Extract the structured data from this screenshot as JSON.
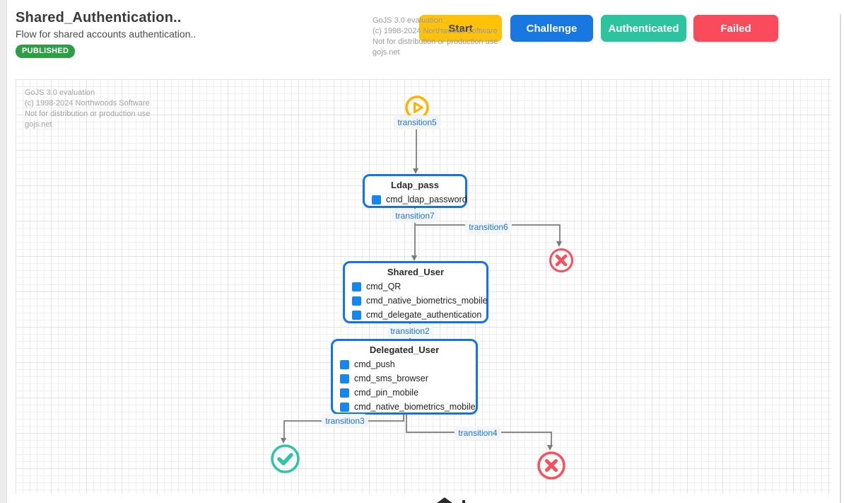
{
  "header": {
    "title": "Shared_Authentication..",
    "subtitle": "Flow for shared accounts authentication..",
    "status_badge": "PUBLISHED",
    "palette_watermark": {
      "line1": "GoJS 3.0 evaluation",
      "line2": "(c) 1998-2024 Northwoods Software",
      "line3": "Not for distribution or production use",
      "line4": "gojs.net"
    },
    "state_buttons": {
      "start": {
        "label": "Start",
        "color": "#ffc20a"
      },
      "challenge": {
        "label": "Challenge",
        "color": "#1877e0"
      },
      "authenticated": {
        "label": "Authenticated",
        "color": "#2bc49e"
      },
      "failed": {
        "label": "Failed",
        "color": "#fa4b5c"
      }
    }
  },
  "canvas": {
    "watermark": {
      "line1": "GoJS 3.0 evaluation",
      "line2": "(c) 1998-2024 Northwoods Software",
      "line3": "Not for distribution or production use",
      "line4": "gojs.net"
    },
    "nodes": {
      "ldap_pass": {
        "title": "Ldap_pass",
        "items": [
          "cmd_ldap_password"
        ]
      },
      "shared_user": {
        "title": "Shared_User",
        "items": [
          "cmd_QR",
          "cmd_native_biometrics_mobile",
          "cmd_delegate_authentication"
        ]
      },
      "delegated_user": {
        "title": "Delegated_User",
        "items": [
          "cmd_push",
          "cmd_sms_browser",
          "cmd_pin_mobile",
          "cmd_native_biometrics_mobile"
        ]
      }
    },
    "transitions": {
      "t2": "transition2",
      "t3": "transition3",
      "t4": "transition4",
      "t5": "transition5",
      "t6": "transition6",
      "t7": "transition7"
    },
    "colors": {
      "node_border": "#1273eb",
      "item_square": "#1588f0",
      "label_text": "#1b74d8",
      "edge": "#8a8a8a",
      "start_icon": "#ffb300",
      "success_icon": "#2ec4a5",
      "fail_icon": "#f4515c",
      "published_badge": "#2e9e44"
    }
  }
}
